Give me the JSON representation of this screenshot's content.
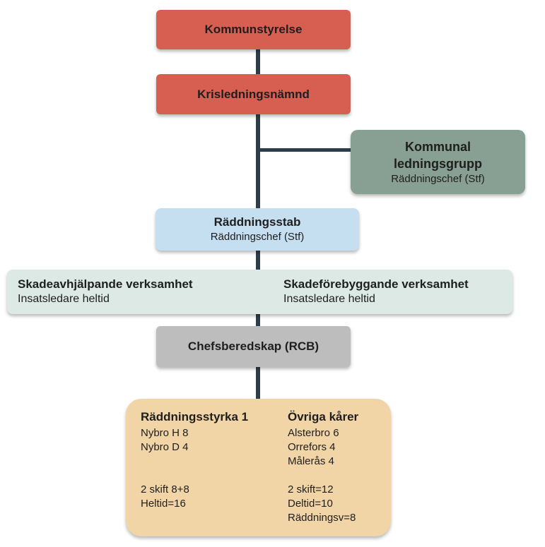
{
  "chart": {
    "kommunstyrelse": {
      "title": "Kommunstyrelse"
    },
    "krisledning": {
      "title": "Krisledningsnämnd"
    },
    "kommunal_ledningsgrupp": {
      "title_line1": "Kommunal",
      "title_line2": "ledningsgrupp",
      "subtitle": "Räddningschef (Stf)"
    },
    "raddningsstab": {
      "title": "Räddningsstab",
      "subtitle": "Räddningschef (Stf)"
    },
    "verksamhet": {
      "left": {
        "title": "Skadeavhjälpande verksamhet",
        "subtitle": "Insatsledare heltid"
      },
      "right": {
        "title": "Skadeförebyggande verksamhet",
        "subtitle": "Insatsledare heltid"
      }
    },
    "chefsberedskap": {
      "title": "Chefsberedskap (RCB)"
    },
    "styrkor": {
      "left": {
        "title": "Räddningsstyrka 1",
        "lines": [
          "Nybro H 8",
          "Nybro D 4"
        ],
        "summary": [
          "2 skift 8+8",
          "Heltid=16"
        ]
      },
      "right": {
        "title": "Övriga kårer",
        "lines": [
          "Alsterbro 6",
          "Orrefors 4",
          "Målerås 4"
        ],
        "summary": [
          "2 skift=12",
          "Deltid=10",
          "Räddningsv=8"
        ]
      }
    }
  },
  "colors": {
    "connector": "#2d3e4a",
    "top_boxes": "#d65f52",
    "kommunal_ledningsgrupp": "#889f94",
    "raddningsstab": "#c5def0",
    "verksamhet": "#dde9e5",
    "chefsberedskap": "#bdbdbd",
    "styrkor": "#f2d5a7"
  }
}
